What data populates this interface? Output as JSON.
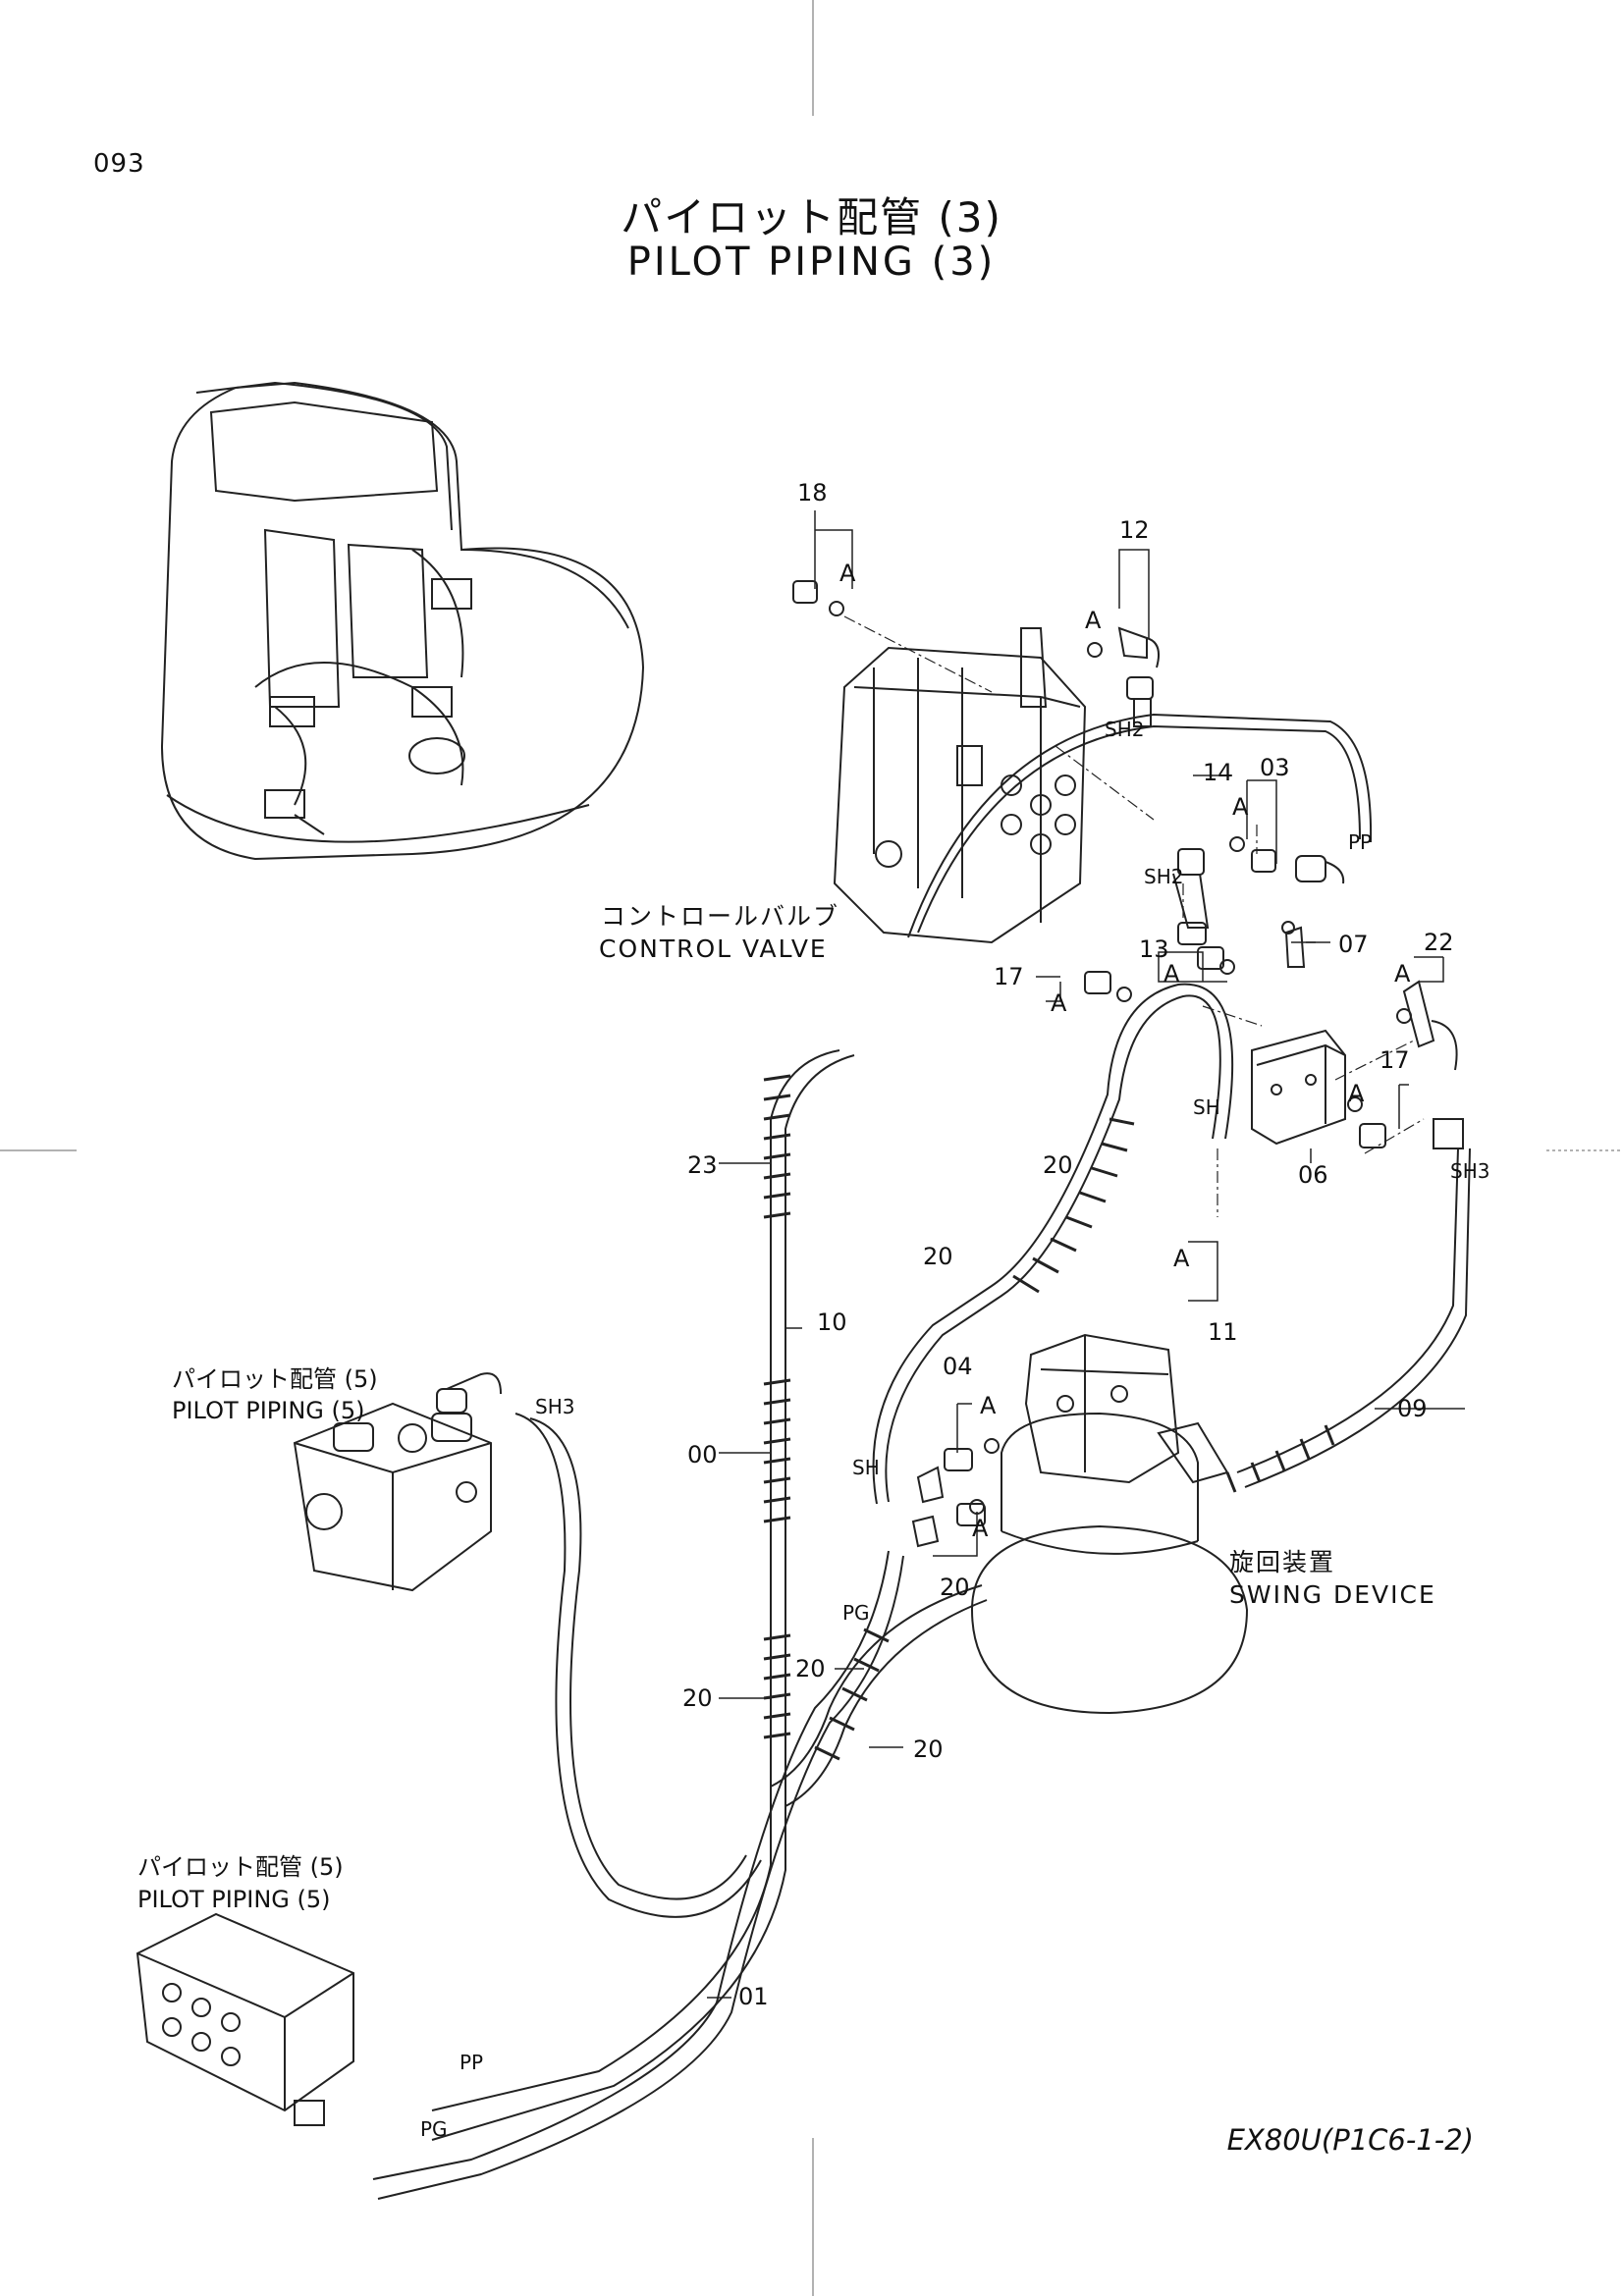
{
  "page_number": "093",
  "title": {
    "ja": "パイロット配管 (3)",
    "en": "PILOT PIPING (3)"
  },
  "document_code": "EX80U(P1C6-1-2)",
  "callouts": [
    {
      "id": "18",
      "text": "18"
    },
    {
      "id": "12",
      "text": "12"
    },
    {
      "id": "14",
      "text": "14"
    },
    {
      "id": "03",
      "text": "03"
    },
    {
      "id": "13",
      "text": "13"
    },
    {
      "id": "07",
      "text": "07"
    },
    {
      "id": "22",
      "text": "22"
    },
    {
      "id": "17a",
      "text": "17"
    },
    {
      "id": "17b",
      "text": "17"
    },
    {
      "id": "06",
      "text": "06"
    },
    {
      "id": "20a",
      "text": "20"
    },
    {
      "id": "20b",
      "text": "20"
    },
    {
      "id": "11",
      "text": "11"
    },
    {
      "id": "10",
      "text": "10"
    },
    {
      "id": "04",
      "text": "04"
    },
    {
      "id": "09",
      "text": "09"
    },
    {
      "id": "23",
      "text": "23"
    },
    {
      "id": "20c",
      "text": "20"
    },
    {
      "id": "00",
      "text": "00"
    },
    {
      "id": "20d",
      "text": "20"
    },
    {
      "id": "20e",
      "text": "20"
    },
    {
      "id": "20f",
      "text": "20"
    },
    {
      "id": "01",
      "text": "01"
    }
  ],
  "port_labels": {
    "sh2_top": "SH2",
    "pp_top": "PP",
    "sh2_mid": "SH2",
    "sh": "SH",
    "sh3_right": "SH3",
    "sh3_left": "SH3",
    "sh_lower": "SH",
    "pg_mid": "PG",
    "pp_bottom": "PP",
    "pg_bottom": "PG"
  },
  "a_marks": [
    "A",
    "A",
    "A",
    "A",
    "A",
    "A",
    "A",
    "A",
    "A",
    "A"
  ],
  "components": {
    "control_valve_ja": "コントロールバルブ",
    "control_valve_en": "CONTROL VALVE",
    "swing_device_ja": "旋回装置",
    "swing_device_en": "SWING DEVICE",
    "pilot_piping_upper_ja": "パイロット配管 (5)",
    "pilot_piping_upper_en": "PILOT PIPING (5)",
    "pilot_piping_lower_ja": "パイロット配管 (5)",
    "pilot_piping_lower_en": "PILOT PIPING (5)"
  }
}
